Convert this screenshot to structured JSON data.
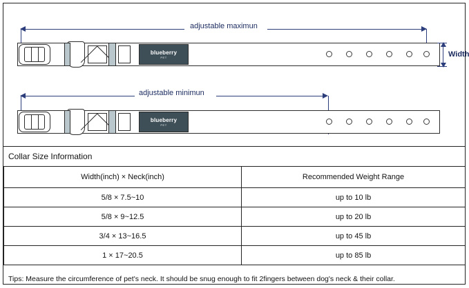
{
  "diagram": {
    "max_label": "adjustable maximun",
    "min_label": "adjustable minimun",
    "width_label": "Width",
    "brand": "blueberry",
    "brand_sub": "PET"
  },
  "table": {
    "title": "Collar Size Information",
    "headers": [
      "Width(inch)  ×  Neck(inch)",
      "Recommended Weight Range"
    ],
    "rows": [
      [
        "5/8 × 7.5~10",
        "up to 10 lb"
      ],
      [
        "5/8 × 9~12.5",
        "up to 20 lb"
      ],
      [
        "3/4 × 13~16.5",
        "up to 45 lb"
      ],
      [
        "1 × 17~20.5",
        "up to 85 lb"
      ]
    ],
    "tips": "Tips: Measure the circumference of pet's neck. It should be snug enough to fit 2fingers between dog's neck & their collar."
  }
}
